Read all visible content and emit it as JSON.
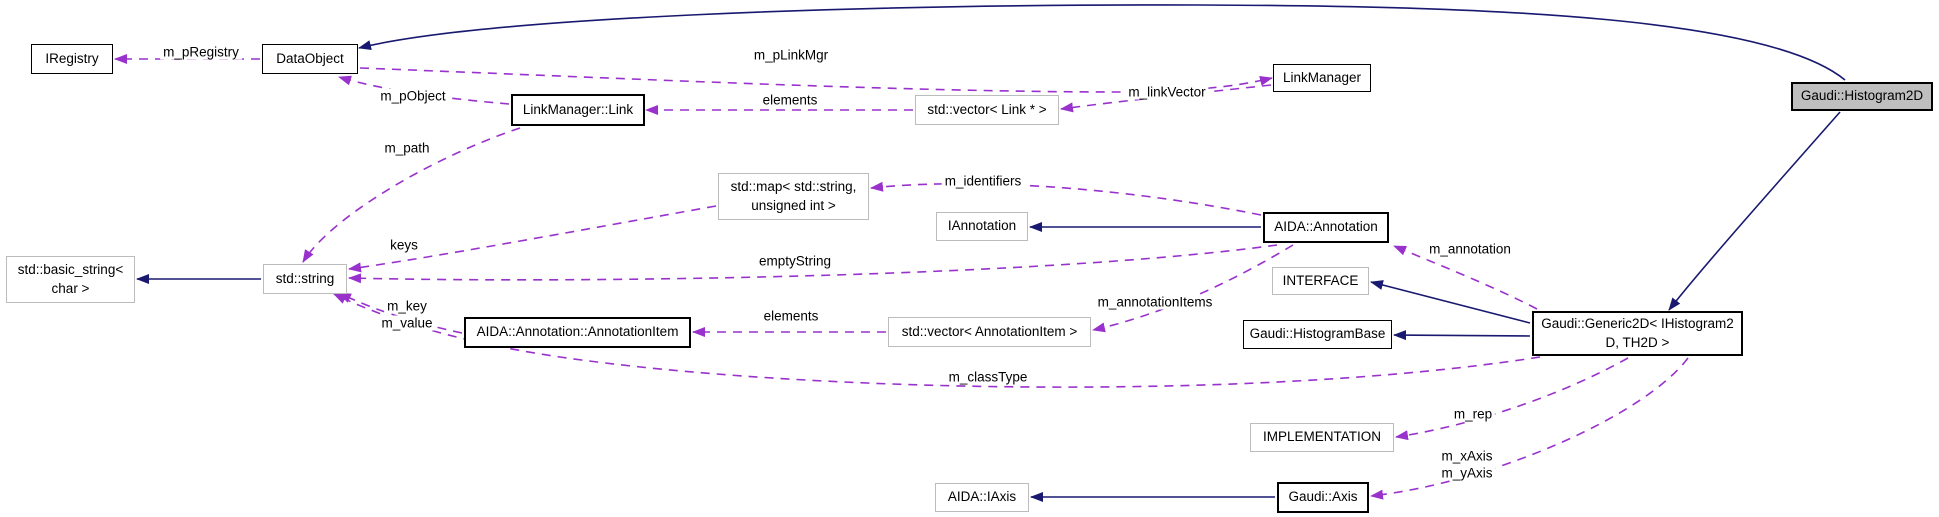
{
  "diagram": {
    "kind": "doxygen-collaboration-graph",
    "main_class": "Gaudi::Histogram2D",
    "colors": {
      "inheritance_edge": "#191970",
      "member_edge": "#9932cc",
      "main_node_fill": "#bfbfbf",
      "documented_node_border": "#000000",
      "external_node_border": "#bcbcbc",
      "background": "#ffffff"
    },
    "nodes": {
      "iregistry": {
        "label": "IRegistry"
      },
      "dataobject": {
        "label": "DataObject"
      },
      "linkmanager_link": {
        "label": "LinkManager::Link"
      },
      "vector_link": {
        "label": "std::vector< Link * >"
      },
      "linkmanager": {
        "label": "LinkManager"
      },
      "histogram2d": {
        "label": "Gaudi::Histogram2D"
      },
      "map": {
        "line1": "std::map< std::string,",
        "line2": "unsigned int >"
      },
      "iannotation": {
        "label": "IAnnotation"
      },
      "annotation": {
        "label": "AIDA::Annotation"
      },
      "interface": {
        "label": "INTERFACE"
      },
      "histogrambase": {
        "label": "Gaudi::HistogramBase"
      },
      "generic2d": {
        "line1": "Gaudi::Generic2D< IHistogram2",
        "line2": "D, TH2D >"
      },
      "basic_string": {
        "line1": "std::basic_string<",
        "line2": "char >"
      },
      "string": {
        "label": "std::string"
      },
      "annotationitem": {
        "label": "AIDA::Annotation::AnnotationItem"
      },
      "vector_annotationitem": {
        "label": "std::vector< AnnotationItem >"
      },
      "implementation": {
        "label": "IMPLEMENTATION"
      },
      "iaxis": {
        "label": "AIDA::IAxis"
      },
      "axis": {
        "label": "Gaudi::Axis"
      }
    },
    "edge_labels": {
      "m_pRegistry": "m_pRegistry",
      "m_pLinkMgr": "m_pLinkMgr",
      "m_pObject": "m_pObject",
      "elements_top": "elements",
      "m_linkVector": "m_linkVector",
      "m_path": "m_path",
      "m_identifiers": "m_identifiers",
      "keys": "keys",
      "emptyString": "emptyString",
      "m_key": "m_key",
      "m_value": "m_value",
      "elements_bottom": "elements",
      "m_annotationItems": "m_annotationItems",
      "m_annotation": "m_annotation",
      "m_classType": "m_classType",
      "m_rep": "m_rep",
      "m_xAxis": "m_xAxis",
      "m_yAxis": "m_yAxis"
    }
  }
}
